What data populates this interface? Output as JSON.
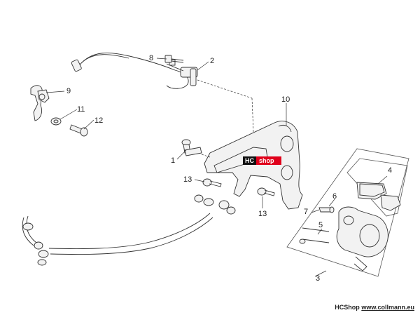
{
  "diagram": {
    "callouts": [
      "1",
      "2",
      "3",
      "4",
      "5",
      "6",
      "7",
      "8",
      "9",
      "10",
      "11",
      "12",
      "13",
      "13"
    ]
  },
  "logo": {
    "hc": "HC",
    "shop": "shop"
  },
  "footer": {
    "brand": "HCShop",
    "url": "www.collmann.eu"
  }
}
